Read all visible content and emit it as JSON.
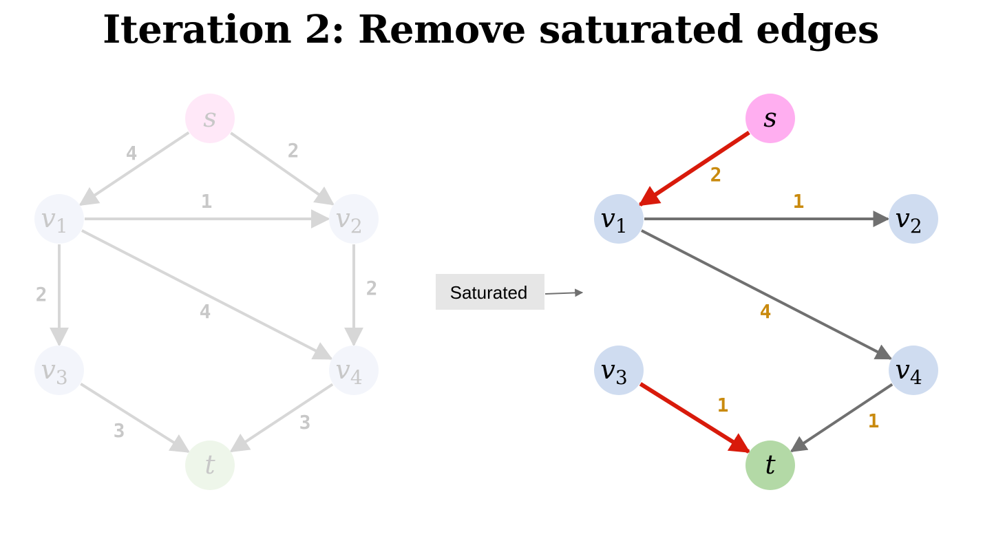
{
  "title": "Iteration 2: Remove saturated edges",
  "callout": {
    "label": "Saturated"
  },
  "colors": {
    "source_node": "#ffaef0",
    "sink_node": "#b3d9a6",
    "inner_node": "#cfdcf0",
    "edge_gray": "#707070",
    "edge_red": "#d81a0b",
    "weight_label": "#c98a0e",
    "faded_edge": "#d7d7d7",
    "faded_text": "#c8c8c8",
    "faded_source": "#ffe8f8",
    "faded_sink": "#eef6ea",
    "faded_inner": "#f3f5fb"
  },
  "graphs": {
    "faded": {
      "nodes": [
        {
          "id": "s",
          "name": "s",
          "sub": ""
        },
        {
          "id": "v1",
          "name": "v",
          "sub": "1"
        },
        {
          "id": "v2",
          "name": "v",
          "sub": "2"
        },
        {
          "id": "v3",
          "name": "v",
          "sub": "3"
        },
        {
          "id": "v4",
          "name": "v",
          "sub": "4"
        },
        {
          "id": "t",
          "name": "t",
          "sub": ""
        }
      ],
      "edges": [
        {
          "from": "s",
          "to": "v1",
          "weight": "4"
        },
        {
          "from": "s",
          "to": "v2",
          "weight": "2"
        },
        {
          "from": "v1",
          "to": "v2",
          "weight": "1"
        },
        {
          "from": "v1",
          "to": "v3",
          "weight": "2"
        },
        {
          "from": "v1",
          "to": "v4",
          "weight": "4"
        },
        {
          "from": "v2",
          "to": "v4",
          "weight": "2"
        },
        {
          "from": "v3",
          "to": "t",
          "weight": "3"
        },
        {
          "from": "v4",
          "to": "t",
          "weight": "3"
        }
      ]
    },
    "residual": {
      "nodes": [
        {
          "id": "s",
          "name": "s",
          "sub": ""
        },
        {
          "id": "v1",
          "name": "v",
          "sub": "1"
        },
        {
          "id": "v2",
          "name": "v",
          "sub": "2"
        },
        {
          "id": "v3",
          "name": "v",
          "sub": "3"
        },
        {
          "id": "v4",
          "name": "v",
          "sub": "4"
        },
        {
          "id": "t",
          "name": "t",
          "sub": ""
        }
      ],
      "edges": [
        {
          "from": "s",
          "to": "v1",
          "weight": "2",
          "highlight": true
        },
        {
          "from": "v1",
          "to": "v2",
          "weight": "1",
          "highlight": false
        },
        {
          "from": "v1",
          "to": "v4",
          "weight": "4",
          "highlight": false
        },
        {
          "from": "v3",
          "to": "t",
          "weight": "1",
          "highlight": true
        },
        {
          "from": "v4",
          "to": "t",
          "weight": "1",
          "highlight": false
        }
      ]
    }
  }
}
